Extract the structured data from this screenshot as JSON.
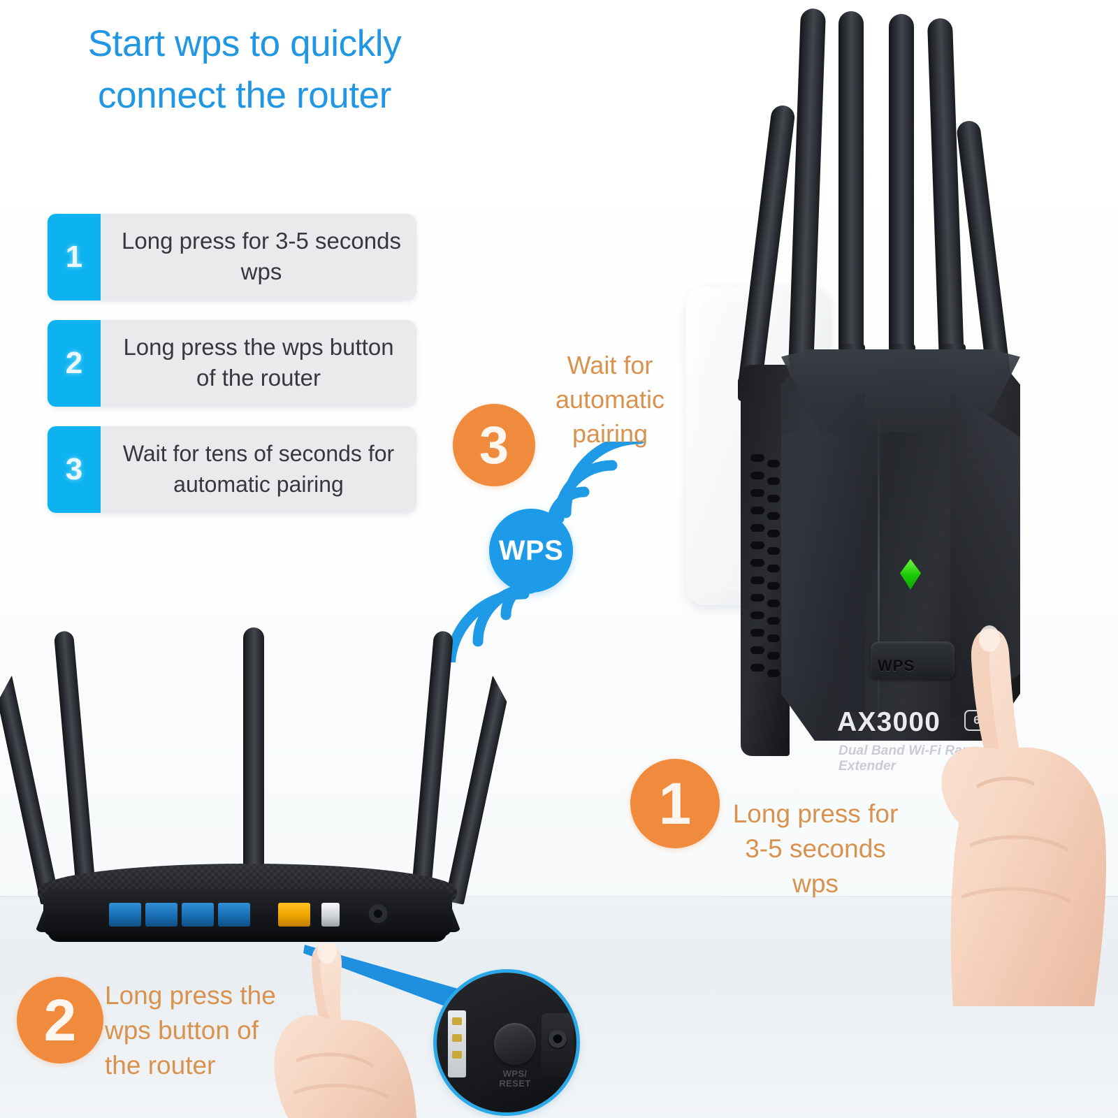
{
  "headline": "Start wps to quickly connect the router",
  "steps": [
    {
      "num": "1",
      "text": "Long press for 3-5 seconds wps"
    },
    {
      "num": "2",
      "text": "Long press the wps button of the router"
    },
    {
      "num": "3",
      "text": "Wait for tens of seconds for automatic pairing"
    }
  ],
  "wps_badge": {
    "label": "WPS"
  },
  "callouts": [
    {
      "num": "1",
      "text": "Long press for 3-5 seconds wps"
    },
    {
      "num": "2",
      "text": "Long press the wps button of the router"
    },
    {
      "num": "3",
      "text": "Wait for automatic pairing"
    }
  ],
  "extender": {
    "model": "AX3000",
    "wifi_badge": "6",
    "subtitle": "Dual Band Wi-Fi Range Extender",
    "wps_button_label": "WPS",
    "led_name": "status-led",
    "antenna_count": 6
  },
  "router": {
    "lan_port_count": 4,
    "wan_port_count": 1,
    "usb_port_count": 1,
    "power_port_count": 1,
    "antenna_count": 5
  },
  "magnifier": {
    "label": "WPS/\nRESET"
  },
  "colors": {
    "title_blue": "#2196e3",
    "step_num_blue": "#0cb3f0",
    "step_panel_gray": "#e8eaec",
    "wps_blue": "#1d9be8",
    "wave_blue": "#1f9ae6",
    "callout_orange": "#f08a3c",
    "callout_text_orange": "#d9924e",
    "led_green": "#18c707",
    "lan_blue": "#1d74bb",
    "wan_yellow": "#f0a500"
  }
}
